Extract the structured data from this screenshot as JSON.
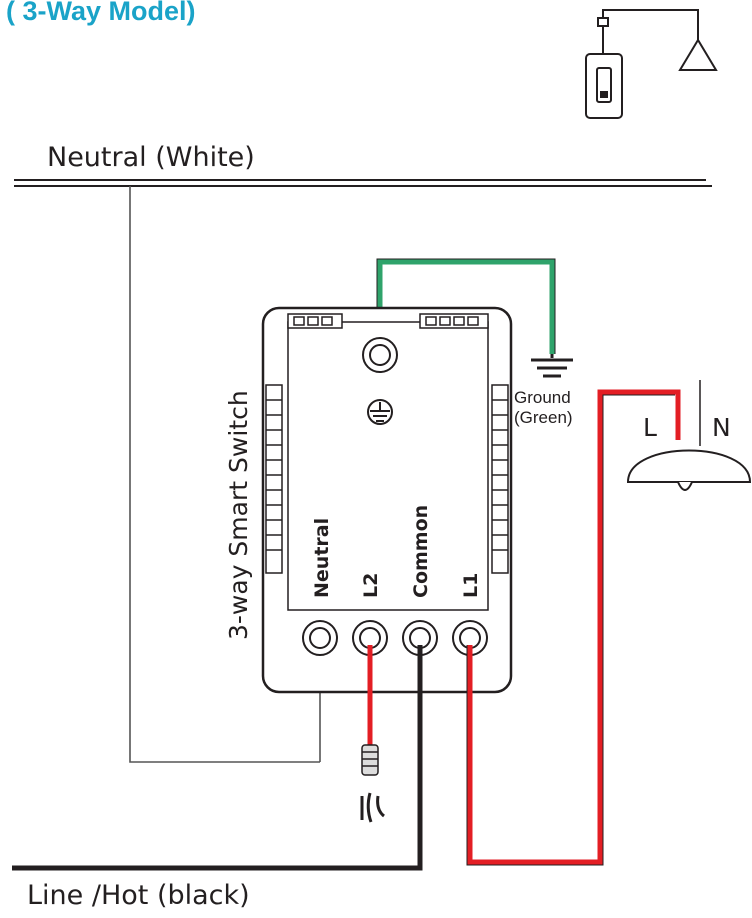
{
  "header": {
    "title": "( 3-Way Model)"
  },
  "labels": {
    "neutral_line": "Neutral (White)",
    "line_hot": "Line /Hot (black)",
    "switch_name": "3-way Smart Switch",
    "ground_1": "Ground",
    "ground_2": "(Green)",
    "lamp_l": "L",
    "lamp_n": "N"
  },
  "terminals": [
    {
      "label": "Neutral"
    },
    {
      "label": "L2"
    },
    {
      "label": "Common"
    },
    {
      "label": "L1"
    }
  ],
  "colors": {
    "title": "#1aa3c8",
    "wire_black": "#231f20",
    "wire_red": "#e31e24",
    "wire_green": "#2fa36b",
    "line_gray": "#555555",
    "body_outline": "#231f20"
  },
  "icons": [
    "wall-switch-icon",
    "pendant-lamp-icon",
    "ground-icon",
    "ground-symbol-icon",
    "light-bulb-icon",
    "wire-nut-icon",
    "wire-strand-icon"
  ]
}
